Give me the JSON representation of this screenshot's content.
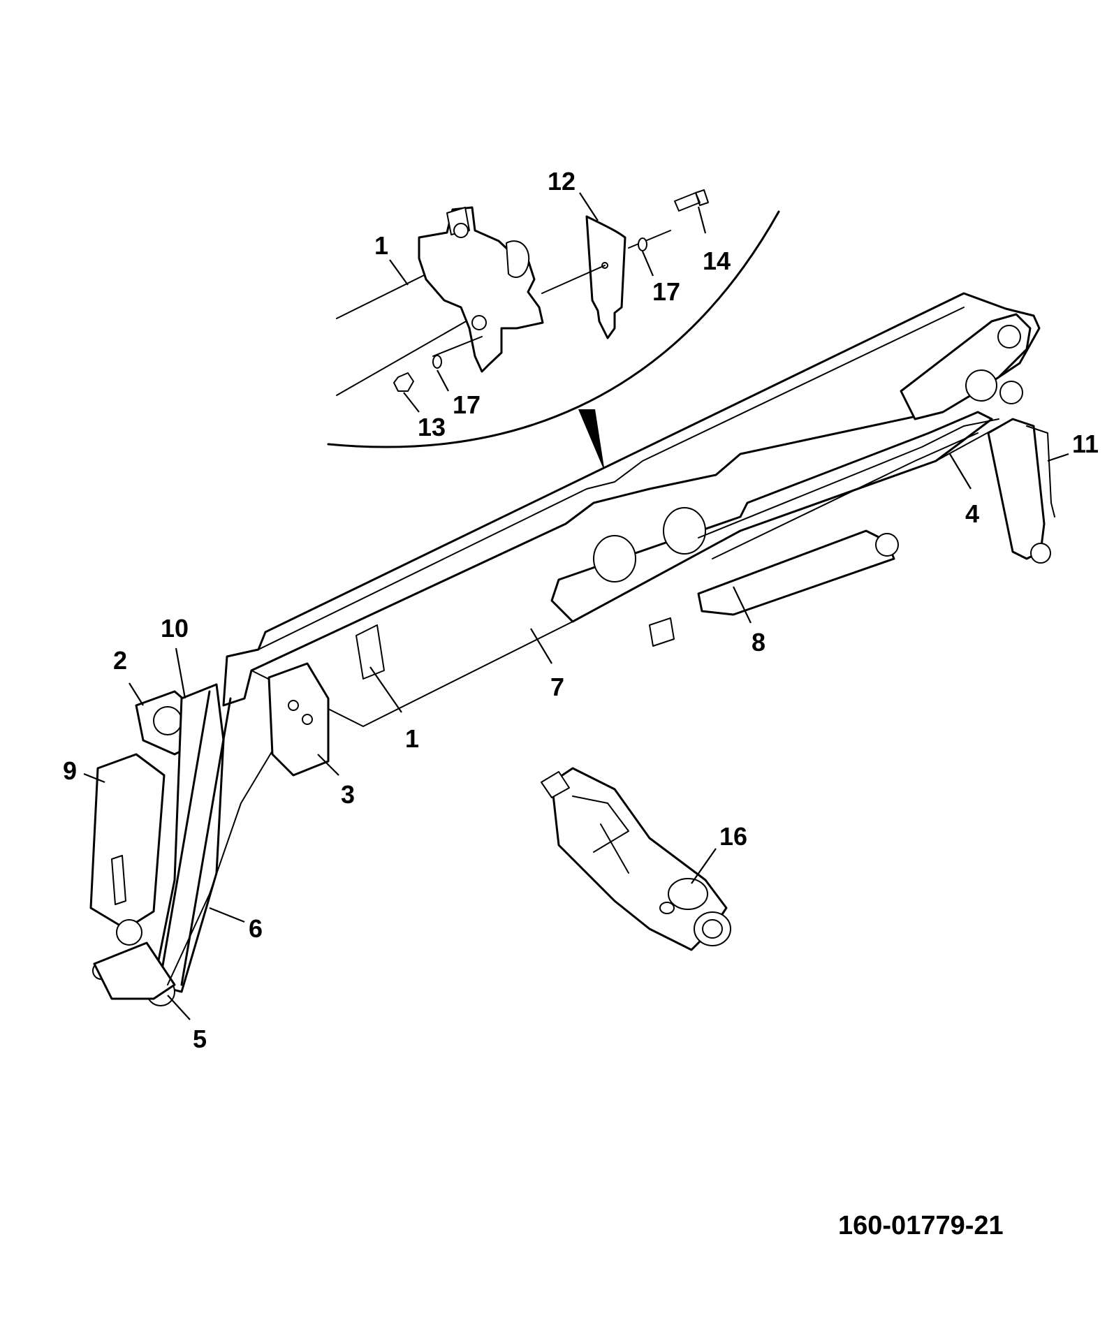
{
  "callouts": [
    {
      "id": "c1a",
      "label": "1"
    },
    {
      "id": "c12",
      "label": "12"
    },
    {
      "id": "c14",
      "label": "14"
    },
    {
      "id": "c17a",
      "label": "17"
    },
    {
      "id": "c17b",
      "label": "17"
    },
    {
      "id": "c13",
      "label": "13"
    },
    {
      "id": "c11",
      "label": "11"
    },
    {
      "id": "c4",
      "label": "4"
    },
    {
      "id": "c8",
      "label": "8"
    },
    {
      "id": "c7",
      "label": "7"
    },
    {
      "id": "c10",
      "label": "10"
    },
    {
      "id": "c2",
      "label": "2"
    },
    {
      "id": "c1b",
      "label": "1"
    },
    {
      "id": "c9",
      "label": "9"
    },
    {
      "id": "c3",
      "label": "3"
    },
    {
      "id": "c16",
      "label": "16"
    },
    {
      "id": "c6",
      "label": "6"
    },
    {
      "id": "c5",
      "label": "5"
    }
  ],
  "drawing_number": "160-01779-21"
}
